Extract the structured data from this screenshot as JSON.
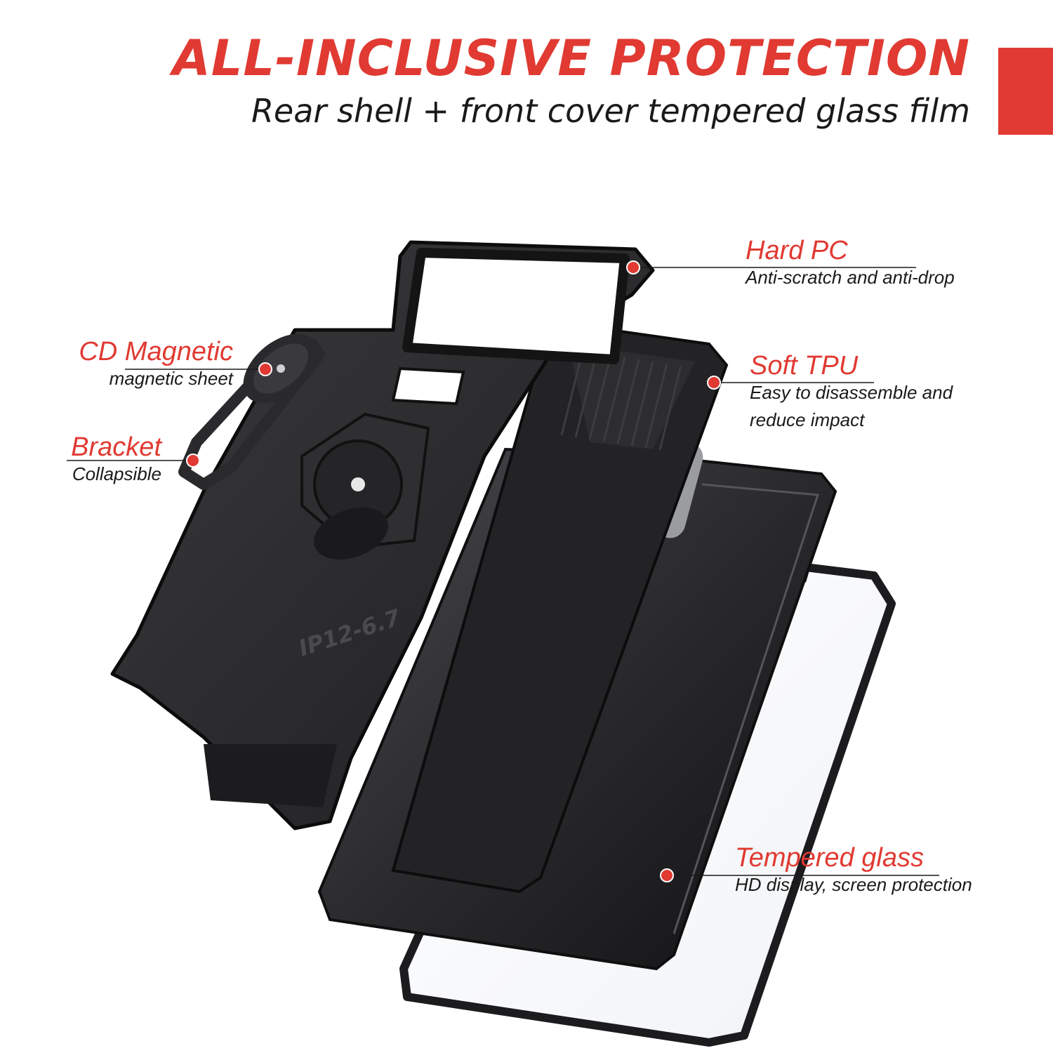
{
  "header": {
    "headline": "ALL-INCLUSIVE PROTECTION",
    "subheadline": "Rear shell + front cover tempered glass film"
  },
  "callouts": {
    "hard_pc": {
      "title": "Hard PC",
      "desc": "Anti-scratch and anti-drop"
    },
    "soft_tpu": {
      "title": "Soft TPU",
      "desc_line1": "Easy to disassemble and",
      "desc_line2": "reduce impact"
    },
    "cd_magnetic": {
      "title": "CD Magnetic",
      "desc": "magnetic sheet"
    },
    "bracket": {
      "title": "Bracket",
      "desc": "Collapsible"
    },
    "tempered_glass": {
      "title": "Tempered glass",
      "desc": "HD display, screen protection"
    }
  },
  "case_mark": "IP12-6.7",
  "colors": {
    "accent": "#e03a32",
    "text": "#1a1a1a",
    "case": "#2a2a2c"
  }
}
